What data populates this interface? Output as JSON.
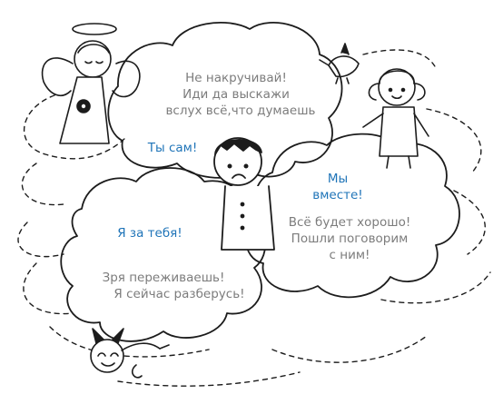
{
  "bubbles": {
    "top": {
      "line1": "Не накручивай!",
      "line2": "Иди да выскажи",
      "line3": "вслух всё,что думаешь",
      "accent": "Ты сам!"
    },
    "right": {
      "accent1": "Мы",
      "accent2": "вместе!",
      "line1": "Всё будет хорошо!",
      "line2": "Пошли поговорим",
      "line3": "с ним!"
    },
    "left": {
      "accent": "Я за тебя!",
      "line1": "Зря переживаешь!",
      "line2": "Я сейчас разберусь!"
    }
  },
  "colors": {
    "ink": "#1c1c1c",
    "gray_text": "#7c7c7c",
    "accent_text": "#1f74b8",
    "background": "#ffffff"
  },
  "icons": [
    "angel-icon",
    "devil-icon",
    "bird-icon",
    "girl-icon",
    "sad-boy-icon"
  ]
}
